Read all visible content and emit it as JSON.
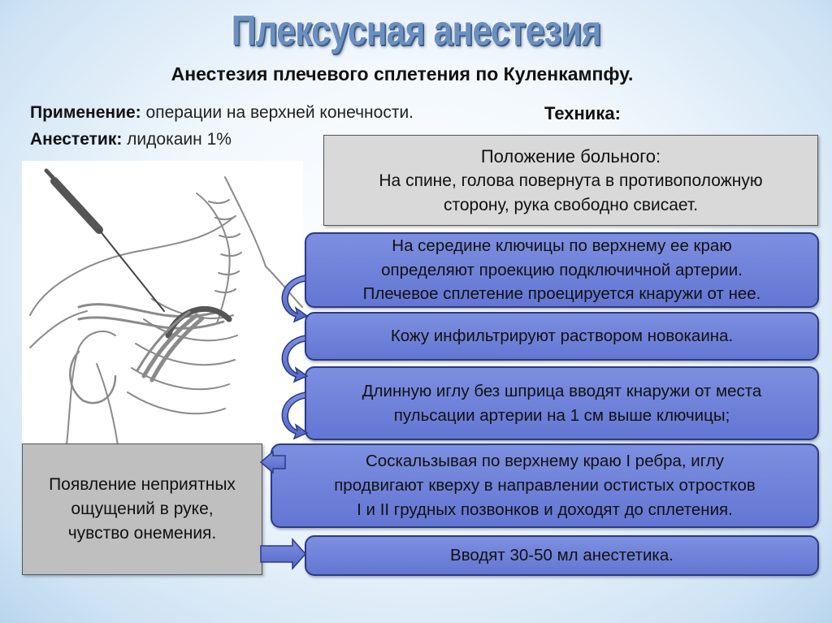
{
  "title": "Плексусная анестезия",
  "subtitle": "Анестезия плечевого сплетения по Куленкампфу.",
  "application": {
    "label": "Применение:",
    "value": " операции на верхней конечности."
  },
  "technique_label": "Техника:",
  "anesthetic": {
    "label": "Анестетик:",
    "value": " лидокаин 1%"
  },
  "patient_position": {
    "heading": "Положение больного:",
    "text_line1": "На спине, голова повернута в противоположную",
    "text_line2": "сторону, рука свободно свисает."
  },
  "steps": [
    {
      "lines": [
        "На середине ключицы по верхнему ее краю",
        "определяют проекцию подключичной артерии.",
        "Плечевое сплетение проецируется кнаружи от нее."
      ]
    },
    {
      "lines": [
        "Кожу инфильтрируют раствором новокаина."
      ]
    },
    {
      "lines": [
        "Длинную иглу без шприца вводят кнаружи от места",
        "пульсации артерии на 1 см выше ключицы;"
      ]
    },
    {
      "lines": [
        "Соскальзывая по верхнему краю I ребра, иглу",
        "продвигают кверху в направлении остистых отростков",
        "I и II грудных позвонков и доходят до сплетения."
      ]
    },
    {
      "lines": [
        "Вводят 30-50 мл анестетика."
      ]
    }
  ],
  "sensation": {
    "line1": "Появление неприятных",
    "line2": "ощущений в руке,",
    "line3": "чувство онемения."
  },
  "colors": {
    "step_fill": "#6f82d9",
    "step_border": "#2b3a85",
    "gray_box": "#d9d9d9",
    "title": "#6b90c0"
  }
}
